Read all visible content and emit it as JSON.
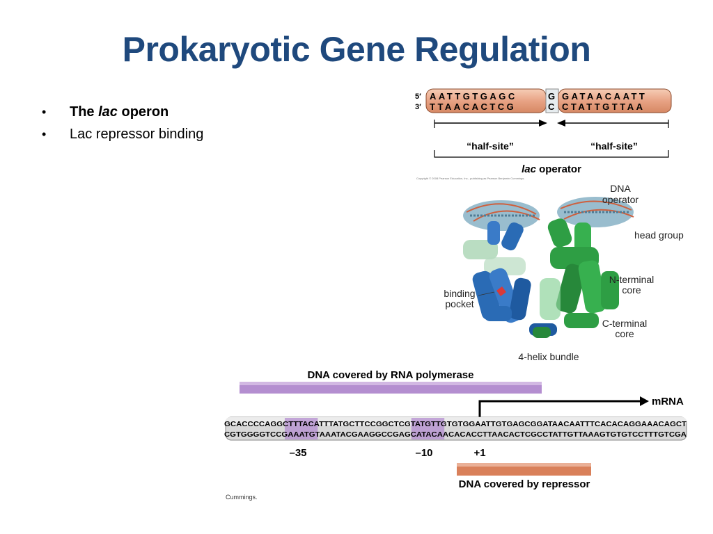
{
  "slide": {
    "title": "Prokaryotic Gene Regulation",
    "bullets": [
      {
        "prefix": "The ",
        "italic": "lac",
        "suffix": " operon"
      },
      {
        "text": "Lac repressor binding"
      }
    ]
  },
  "operator_figure": {
    "five_prime": "5′",
    "three_prime": "3′",
    "top_left": "AATTGTGAGC",
    "top_mid": "G",
    "top_right": "GATAACAATT",
    "bottom_left": "TTAACACTCG",
    "bottom_mid": "C",
    "bottom_right": "CTATTGTTAA",
    "half_site_left": "“half-site”",
    "half_site_right": "“half-site”",
    "caption_italic": "lac",
    "caption_rest": " operator",
    "copyright": "Copyright © 2008 Pearson Education, Inc., publishing as Pearson Benjamin Cummings."
  },
  "structure_figure": {
    "labels": {
      "dna_operator_1": "DNA",
      "dna_operator_2": "operator",
      "head_group": "head group",
      "n_terminal_1": "N-terminal",
      "n_terminal_2": "core",
      "binding_1": "binding",
      "binding_2": "pocket",
      "c_terminal_1": "C-terminal",
      "c_terminal_2": "core",
      "helix_bundle": "4-helix bundle"
    }
  },
  "promoter_figure": {
    "rna_pol_label": "DNA covered by RNA polymerase",
    "mrna_label": "mRNA",
    "seq_top": [
      {
        "t": "GCACCCCAGGC",
        "hl": false
      },
      {
        "t": "TTTACA",
        "hl": true
      },
      {
        "t": "TTTATGCTTCCGGCTCG",
        "hl": false
      },
      {
        "t": "TATGTT",
        "hl": true
      },
      {
        "t": "GTGTGGAATTGTGAGCGGATAACAATTTCACACAGGAAACAGCT",
        "hl": false
      }
    ],
    "seq_bottom": [
      {
        "t": "CGTGGGGTCCG",
        "hl": false
      },
      {
        "t": "AAATGT",
        "hl": true
      },
      {
        "t": "AAATACGAAGGCCGAGC",
        "hl": false
      },
      {
        "t": "ATACAA",
        "hl": true
      },
      {
        "t": "CACACCTTAACACTCGCCTATTGTTAAAGTGTGTCCTTTGTCGA",
        "hl": false
      }
    ],
    "pos_minus35": "–35",
    "pos_minus10": "–10",
    "pos_plus1": "+1",
    "repressor_label": "DNA covered by repressor",
    "credit": "Cummings."
  },
  "colors": {
    "title": "#1f497d",
    "dna_tube": "#e8a385",
    "rna_pol_bar": "#b48ed0",
    "repressor_bar": "#d9805a",
    "protein_blue": "#2a6bb5",
    "protein_green": "#2e9e44"
  }
}
